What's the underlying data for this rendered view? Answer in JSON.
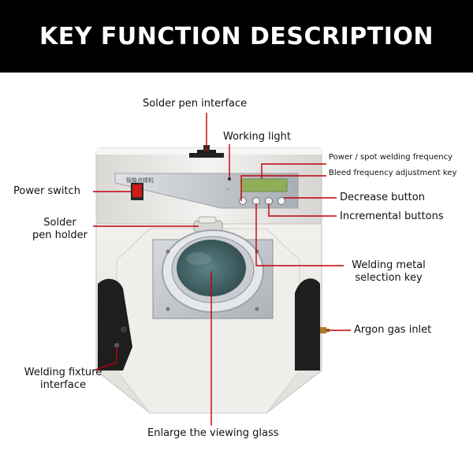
{
  "banner": {
    "title": "KEY FUNCTION DESCRIPTION"
  },
  "device": {
    "panel_text": "智能点焊机"
  },
  "labels": {
    "solder_pen_interface": "Solder pen interface",
    "working_light": "Working light",
    "power_spot_frequency": "Power / spot welding frequency",
    "bleed_frequency": "Bleed frequency adjustment key",
    "power_switch": "Power switch",
    "decrease_button": "Decrease button",
    "incremental_buttons": "Incremental buttons",
    "solder_pen_holder_1": "Solder",
    "solder_pen_holder_2": "pen holder",
    "welding_metal_1": "Welding metal",
    "welding_metal_2": "selection key",
    "argon_gas_inlet": "Argon gas inlet",
    "welding_fixture_1": "Welding fixture",
    "welding_fixture_2": "interface",
    "enlarge_glass": "Enlarge the viewing glass"
  },
  "colors": {
    "banner_bg": "#000000",
    "leader_line": "#c0000a",
    "device_body": "#ecebe8",
    "panel_strip": "#b9bdc4",
    "lcd_green": "#8fae5a",
    "power_switch": "#d11a1a",
    "side_wing": "#1e1e1e",
    "glass": "#4b6f73"
  }
}
